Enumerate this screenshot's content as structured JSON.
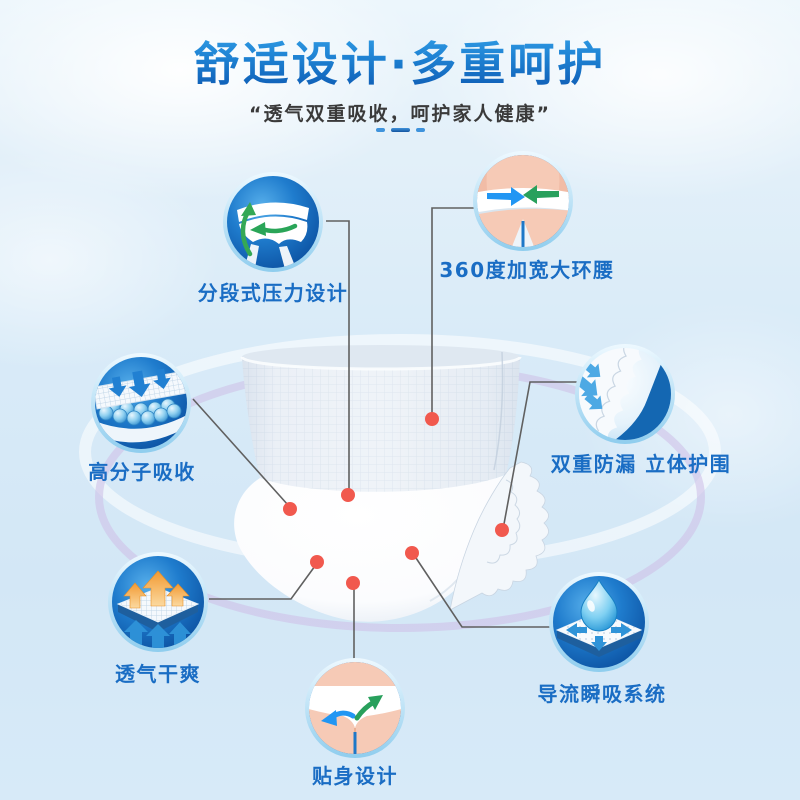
{
  "header": {
    "title": "舒适设计·多重呵护",
    "subtitle": "“透气双重吸收，呵护家人健康”"
  },
  "features": [
    {
      "label": "分段式压力设计",
      "icon": "pants-pressure-arrows-icon"
    },
    {
      "label": "360度加宽大环腰",
      "icon": "waist-stretch-arrows-icon"
    },
    {
      "label": "高分子吸收",
      "icon": "polymer-beads-absorb-icon"
    },
    {
      "label": "双重防漏 立体护围",
      "icon": "leakproof-ruffle-guard-icon"
    },
    {
      "label": "透气干爽",
      "icon": "breathable-airflow-icon"
    },
    {
      "label": "导流瞬吸系统",
      "icon": "water-drop-pad-icon"
    },
    {
      "label": "贴身设计",
      "icon": "close-fit-body-icon"
    }
  ],
  "colors": {
    "title_gradient_top": "#36a3e9",
    "title_gradient_bottom": "#0c57b0",
    "subtitle_text": "#3a3a3a",
    "feature_label_blue": "#1a6dc4",
    "callout_dot_red": "#f1594e",
    "connector_line_gray": "#606060",
    "icon_circle_blue": "#1f7ccd",
    "arrow_green": "#2aa558",
    "arrow_blue": "#2196f3",
    "arrow_orange": "#f29a32",
    "orbit_ring_lavender": "#cfc2e8",
    "background_blue": "#d9ebf8"
  }
}
